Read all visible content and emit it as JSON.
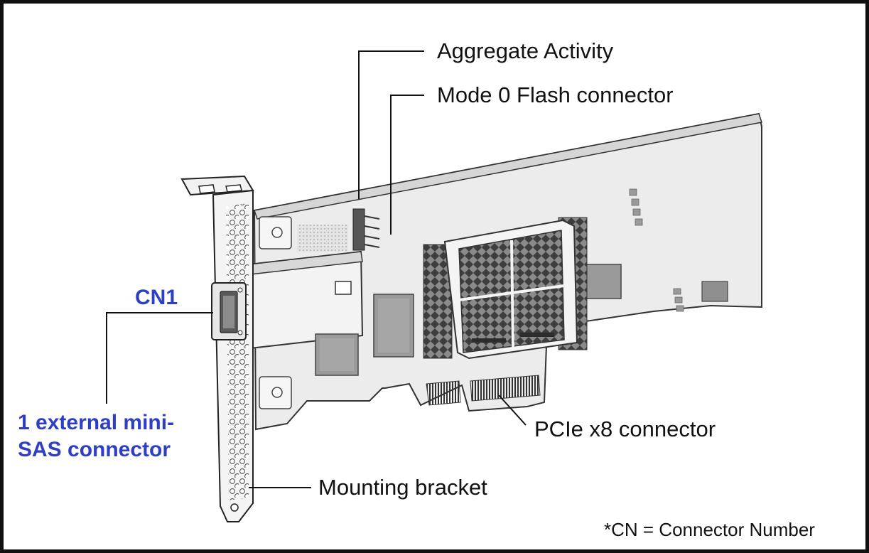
{
  "labels": {
    "aggregate_activity": "Aggregate Activity",
    "mode0_flash": "Mode 0 Flash connector",
    "cn1": "CN1",
    "external_sas_line1": "1 external mini-",
    "external_sas_line2": "SAS connector",
    "pcie": "PCIe x8 connector",
    "mounting_bracket": "Mounting bracket",
    "footnote": "*CN = Connector Number"
  },
  "colors": {
    "accent_blue": "#2f3fc4",
    "line": "#111111",
    "board_fill": "#ececec",
    "heatsink_dark": "#4a4a4a"
  }
}
